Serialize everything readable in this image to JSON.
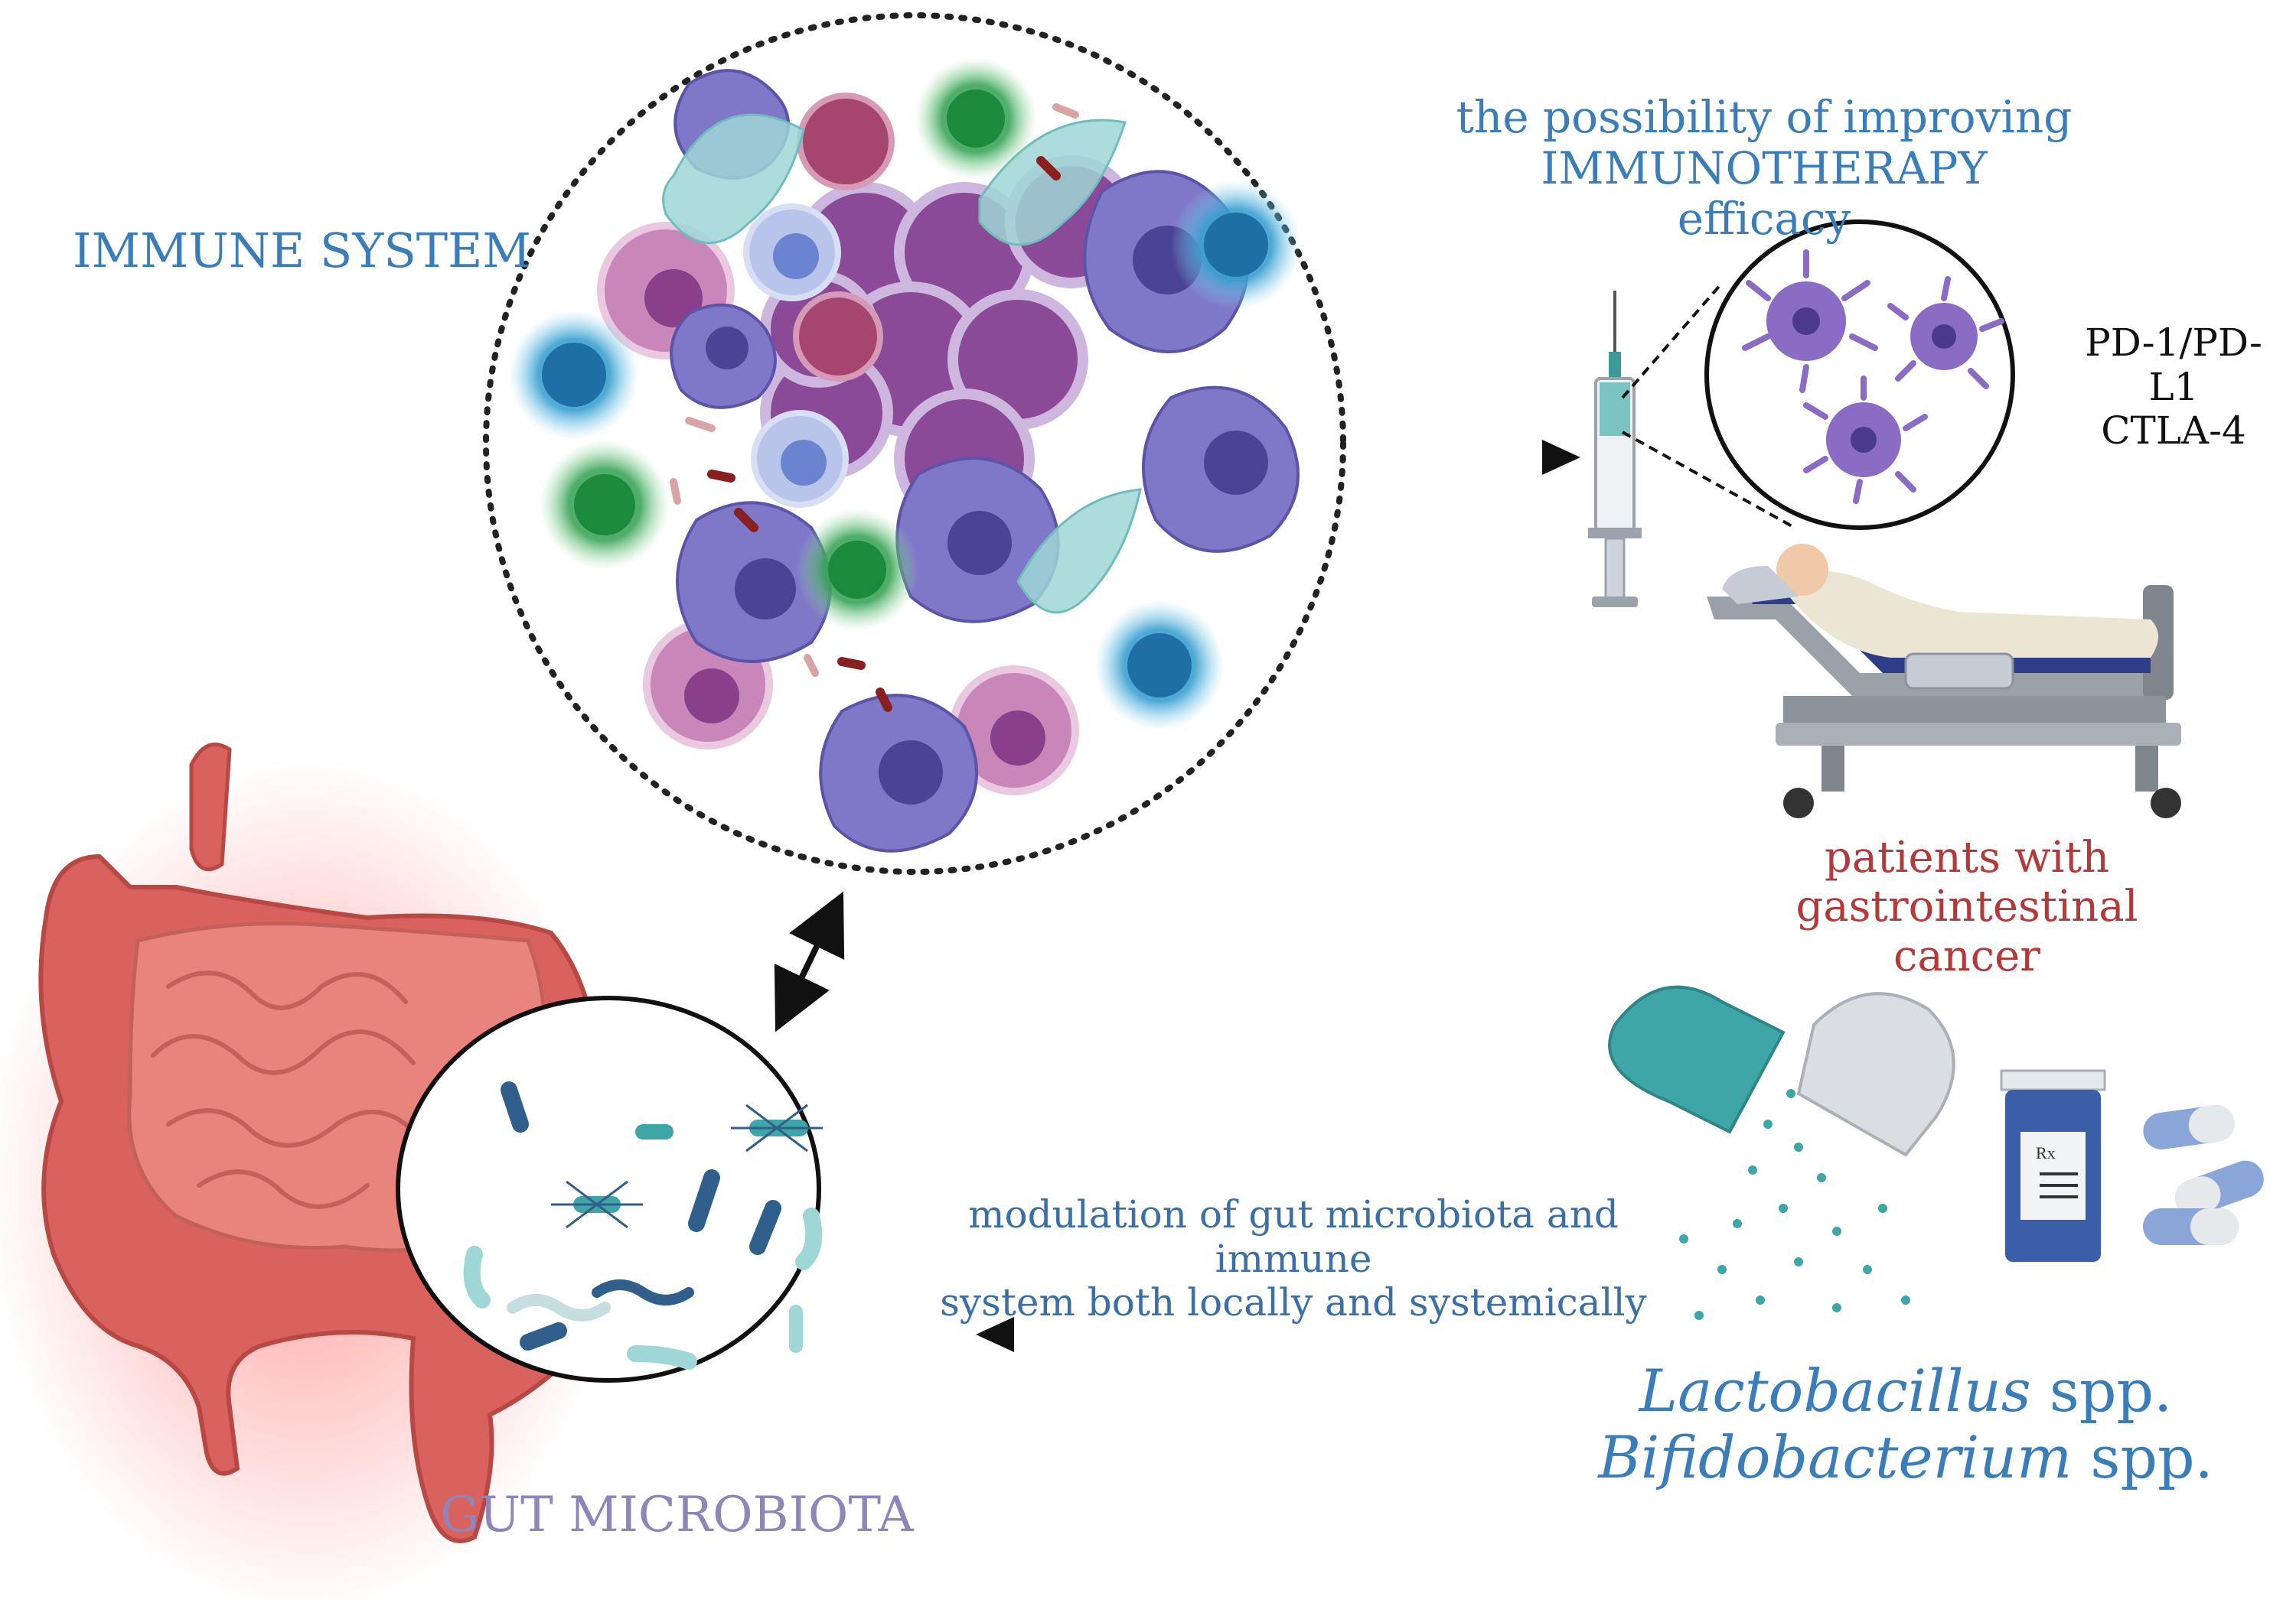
{
  "labels": {
    "immune_system": "IMMUNE SYSTEM",
    "immunotherapy_line1": "the possibility of improving IMMUNOTHERAPY",
    "immunotherapy_line2": "efficacy",
    "checkpoint_line1": "PD-1/PD-L1",
    "checkpoint_line2": "CTLA-4",
    "patients_line1": "patients with gastrointestinal",
    "patients_line2": "cancer",
    "modulation_line1": "modulation of gut microbiota and immune",
    "modulation_line2": "system both locally and systemically",
    "gut_microbiota": "GUT MICROBIOTA",
    "lactobacillus_genus": "Lactobacillus",
    "lactobacillus_suffix": " spp.",
    "bifidobacterium_genus": "Bifidobacterium",
    "bifidobacterium_suffix": " spp.",
    "rx_symbol": "Rx"
  },
  "colors": {
    "label_blue": "#3a7db8",
    "label_red": "#b23a3a",
    "label_purple": "#8e86b8",
    "intestine": "#d9625e",
    "intestine_glow": "#ff4b4b",
    "immune_purple": "#7a6cc4",
    "capsule_teal": "#3fa6a8",
    "arrow": "#111111"
  },
  "icons": [
    "immune-cells-circle",
    "syringe-icon",
    "dendritic-cells-circle",
    "hospital-bed-patient",
    "intestine-illustration",
    "bacteria-circle",
    "probiotic-capsule-icon",
    "pill-bottle-icon",
    "pills-icon"
  ]
}
